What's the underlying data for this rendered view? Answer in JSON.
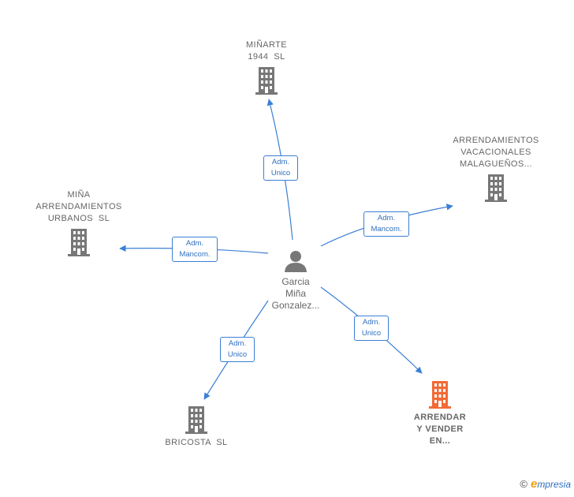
{
  "colors": {
    "edge": "#3a7fd5",
    "building": "#777777",
    "building_highlight": "#f26a36",
    "person": "#777777"
  },
  "center": {
    "name_lines": [
      "Garcia",
      "Miña",
      "Gonzalez..."
    ]
  },
  "companies": [
    {
      "id": "minarte",
      "lines": [
        "MIÑARTE",
        "1944  SL"
      ],
      "highlight": false
    },
    {
      "id": "arrendamientos-vacacionales",
      "lines": [
        "ARRENDAMIENTOS",
        "VACACIONALES",
        "MALAGUEÑOS..."
      ],
      "highlight": false
    },
    {
      "id": "mina-arrendamientos",
      "lines": [
        "MIÑA",
        "ARRENDAMIENTOS",
        "URBANOS  SL"
      ],
      "highlight": false
    },
    {
      "id": "bricosta",
      "lines": [
        "BRICOSTA  SL"
      ],
      "highlight": false
    },
    {
      "id": "arrendar-y-vender",
      "lines": [
        "ARRENDAR",
        "Y VENDER",
        "EN..."
      ],
      "highlight": true
    }
  ],
  "edges": [
    {
      "target": "minarte",
      "label": [
        "Adm.",
        "Unico"
      ]
    },
    {
      "target": "arrendamientos-vacacionales",
      "label": [
        "Adm.",
        "Mancom."
      ]
    },
    {
      "target": "mina-arrendamientos",
      "label": [
        "Adm.",
        "Mancom."
      ]
    },
    {
      "target": "bricosta",
      "label": [
        "Adm.",
        "Unico"
      ]
    },
    {
      "target": "arrendar-y-vender",
      "label": [
        "Adm.",
        "Unico"
      ]
    }
  ],
  "footer": {
    "copyright": "©",
    "brand_initial": "e",
    "brand_rest": "mpresia"
  }
}
